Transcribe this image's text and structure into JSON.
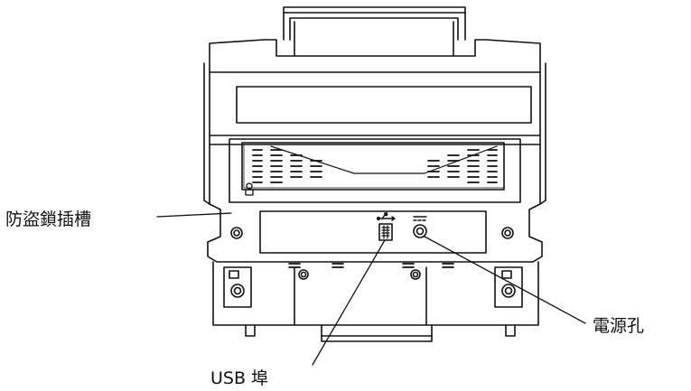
{
  "callouts": {
    "security_lock_slot": "防盜鎖插槽",
    "power_jack": "電源孔",
    "usb_port": "USB 埠"
  },
  "colors": {
    "stroke": "#111111",
    "background": "#ffffff"
  },
  "icons": [
    "usb-symbol-icon",
    "dc-power-symbol-icon",
    "lock-symbol-icon"
  ]
}
